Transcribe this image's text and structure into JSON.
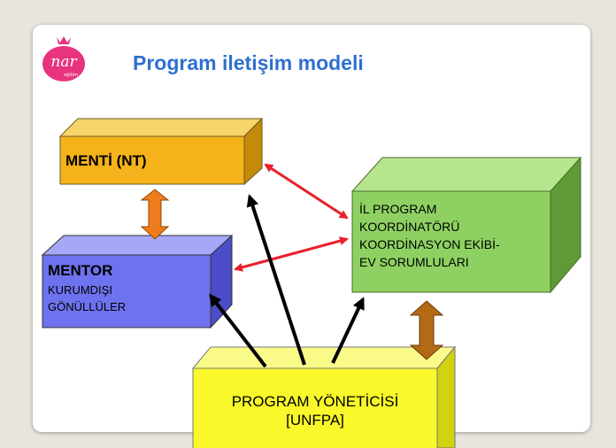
{
  "slide": {
    "title": "Program iletişim modeli",
    "logo_text": "nar",
    "logo_subtext": "eğitim"
  },
  "boxes": {
    "menti": {
      "label": "MENTİ (NT)",
      "color": "#f6b21a"
    },
    "mentor": {
      "label": "MENTOR",
      "sub_lines": [
        "KURUMDIŞI",
        "GÖNÜLLÜLER"
      ],
      "color": "#6f72ee"
    },
    "il_program": {
      "lines": [
        "İL PROGRAM",
        "KOORDİNATÖRÜ",
        "KOORDİNASYON EKİBİ-",
        "EV SORUMLULARI"
      ],
      "color": "#8ed162"
    },
    "program_yoneticisi": {
      "lines": [
        "PROGRAM YÖNETİCİSİ",
        "[UNFPA]"
      ],
      "color": "#f8f82a"
    }
  },
  "colors": {
    "title": "#2f6fd0",
    "red_arrow": "#e8202a",
    "black_arrow": "#000000",
    "orange_arrow": "#ef7c1a",
    "brown_arrow": "#b36a14",
    "logo_pink": "#e8337f"
  }
}
